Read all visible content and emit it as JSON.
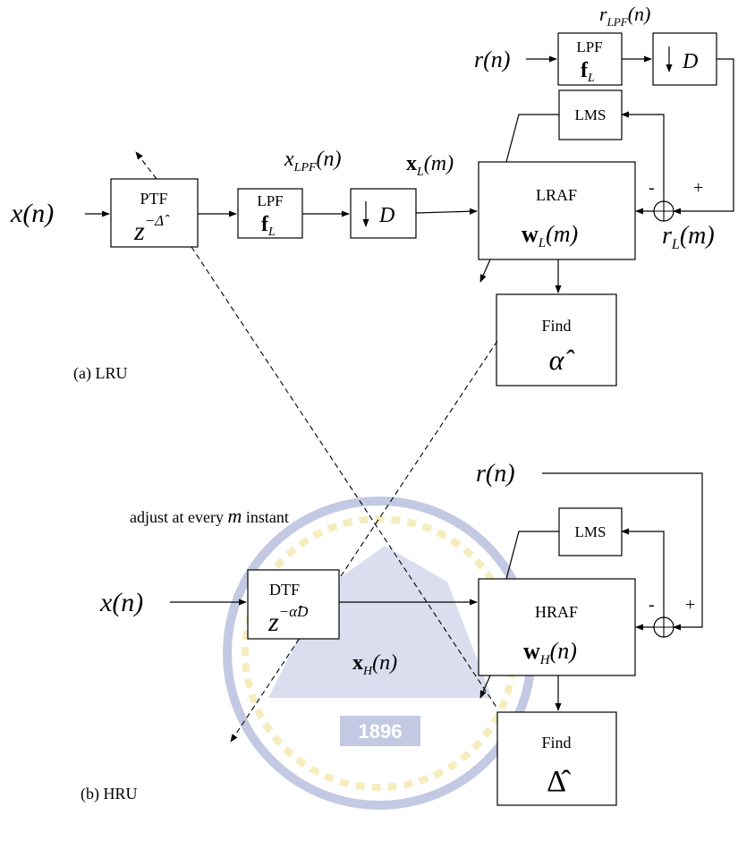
{
  "colors": {
    "line": "#000000",
    "background": "#ffffff",
    "watermark_blue": "#2a3f9a",
    "watermark_gold": "#e2c21a"
  },
  "watermark": {
    "text": "1896"
  },
  "lru": {
    "caption": "(a) LRU",
    "input_label": "x(n)",
    "ptf": {
      "name": "PTF",
      "expr_base": "z",
      "expr_exp": "−Δ̂"
    },
    "lpf1": {
      "name": "LPF",
      "sym": "f",
      "sub": "L"
    },
    "xlpf_label": {
      "base": "x",
      "sub": "LPF",
      "arg": "(n)"
    },
    "down1": {
      "sym": "D"
    },
    "xl_label": {
      "base": "x",
      "sub": "L",
      "arg": "(m)"
    },
    "lraf": {
      "name": "LRAF",
      "w": "w",
      "sub": "L",
      "arg": "(m)"
    },
    "lms": "LMS",
    "ref_label": "r(n)",
    "lpf2": {
      "name": "LPF",
      "sym": "f",
      "sub": "L"
    },
    "rlpf_label": {
      "base": "r",
      "sub": "LPF",
      "arg": "(n)"
    },
    "down2": {
      "sym": "D"
    },
    "rl_label": {
      "base": "r",
      "sub": "L",
      "arg": "(m)"
    },
    "minus": "-",
    "plus": "+",
    "find": {
      "name": "Find",
      "sym": "α̂"
    }
  },
  "hru": {
    "caption": "(b) HRU",
    "input_label": "x(n)",
    "dtf": {
      "name": "DTF",
      "expr_base": "z",
      "expr_exp": "−α̂D"
    },
    "xh_label": {
      "base": "x",
      "sub": "H",
      "arg": "(n)"
    },
    "hraf": {
      "name": "HRAF",
      "w": "w",
      "sub": "H",
      "arg": "(n)"
    },
    "lms": "LMS",
    "ref_label": "r(n)",
    "minus": "-",
    "plus": "+",
    "find": {
      "name": "Find",
      "sym": "Δ̂"
    }
  },
  "adjust_note": {
    "prefix": "adjust at every ",
    "var": "m",
    "suffix": " instant"
  }
}
